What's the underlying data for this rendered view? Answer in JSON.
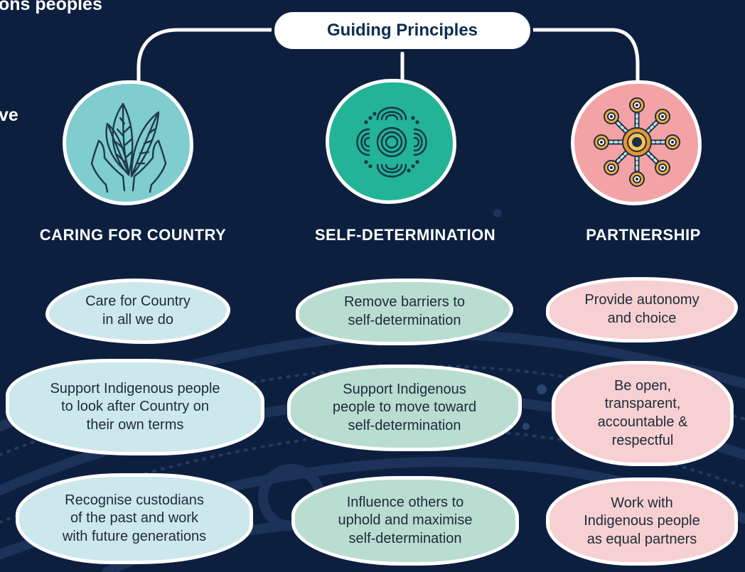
{
  "colors": {
    "background": "#0d1f3f",
    "caring": "#7fcdce",
    "self_determination": "#23b396",
    "partnership": "#f3a3a6",
    "caring_light": "#cde8ec",
    "self_determination_light": "#b9ddd1",
    "partnership_light": "#f6d0d2"
  },
  "header": {
    "cut_text_top": "ons peoples",
    "cut_text_side": "ve",
    "title": "Guiding Principles"
  },
  "columns": [
    {
      "title": "CARING FOR COUNTRY",
      "icon": "hands-holding-leaves-icon",
      "items": [
        "Care for Country\nin all we do",
        "Support Indigenous people\nto look after Country on\ntheir own terms",
        "Recognise custodians\nof the past and work\nwith future generations"
      ]
    },
    {
      "title": "SELF-DETERMINATION",
      "icon": "aboriginal-meeting-place-icon",
      "items": [
        "Remove barriers to\nself-determination",
        "Support Indigenous\npeople to move toward\nself-determination",
        "Influence others to\nuphold and maximise\nself-determination"
      ]
    },
    {
      "title": "PARTNERSHIP",
      "icon": "connected-circles-network-icon",
      "items": [
        "Provide autonomy\nand choice",
        "Be open,\ntransparent,\naccountable &\nrespectful",
        "Work with\nIndigenous people\nas equal partners"
      ]
    }
  ]
}
